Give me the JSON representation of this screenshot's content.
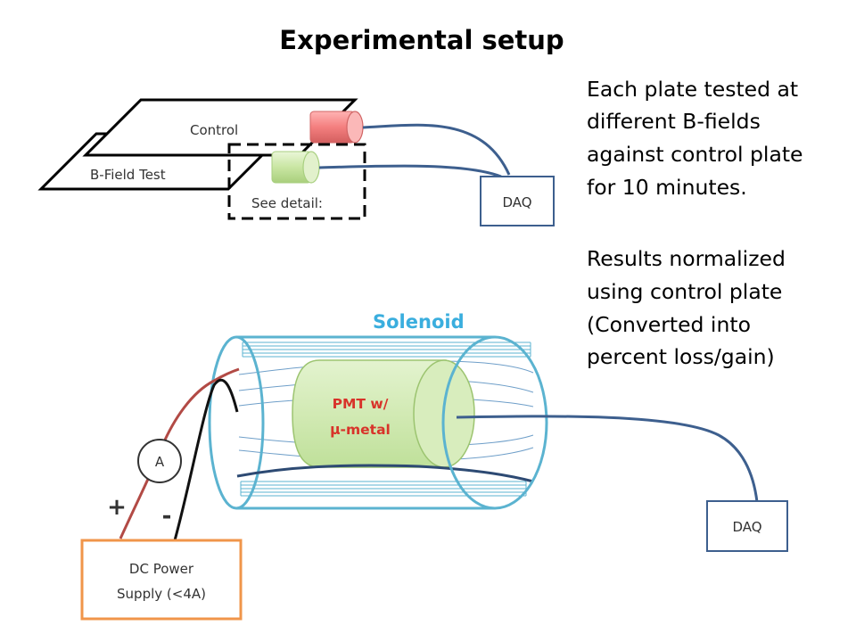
{
  "title": "Experimental setup",
  "description": {
    "paragraph1": [
      "Each plate tested at",
      "different B-fields",
      "against control plate",
      "for 10 minutes."
    ],
    "paragraph2": [
      "Results normalized",
      "using control plate",
      "(Converted into",
      "percent loss/gain)"
    ]
  },
  "top_diagram": {
    "control_label": "Control",
    "bfield_label": "B-Field Test",
    "detail_label": "See detail:",
    "daq_label": "DAQ"
  },
  "bottom_diagram": {
    "solenoid_label": "Solenoid",
    "pmt_label_line1": "PMT w/",
    "pmt_label_line2": "μ-metal",
    "ammeter_label": "A",
    "plus_label": "+",
    "minus_label": "-",
    "power_line1": "DC Power",
    "power_line2": "Supply (<4A)",
    "daq_label": "DAQ"
  },
  "colors": {
    "wire_blue": "#3d5f8e",
    "solenoid_blue": "#5bb3d0",
    "pmt_green_fill": "#d4ecb8",
    "pmt_green_stroke": "#9cc470",
    "control_pmt_red": "#f47f7f",
    "power_orange": "#f0954a",
    "wire_red": "#b24a45"
  }
}
